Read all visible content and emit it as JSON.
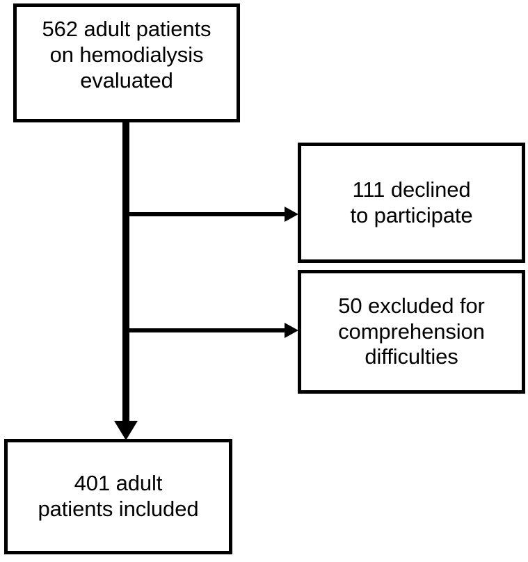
{
  "diagram": {
    "type": "participant-flow-chart",
    "nodes": [
      {
        "id": "enrolled",
        "label": "562 adult patients\non hemodialysis\nevaluated",
        "count": 562
      },
      {
        "id": "declined",
        "label": "111 declined\nto participate",
        "count": 111
      },
      {
        "id": "excluded",
        "label": "50 excluded for\ncomprehension\ndifficulties",
        "count": 50
      },
      {
        "id": "included",
        "label": "401 adult\npatients included",
        "count": 401
      }
    ],
    "connectors": [
      {
        "id": "trunk",
        "from": "enrolled",
        "to": "included",
        "direction": "down",
        "arrow": "arrow-down-icon"
      },
      {
        "id": "branch-declined",
        "from": "enrolled",
        "to": "declined",
        "direction": "right",
        "arrow": "arrow-right-icon"
      },
      {
        "id": "branch-excluded",
        "from": "enrolled",
        "to": "excluded",
        "direction": "right",
        "arrow": "arrow-right-icon"
      }
    ],
    "colors": {
      "stroke": "#000000",
      "fill": "#ffffff",
      "text": "#000000"
    }
  }
}
